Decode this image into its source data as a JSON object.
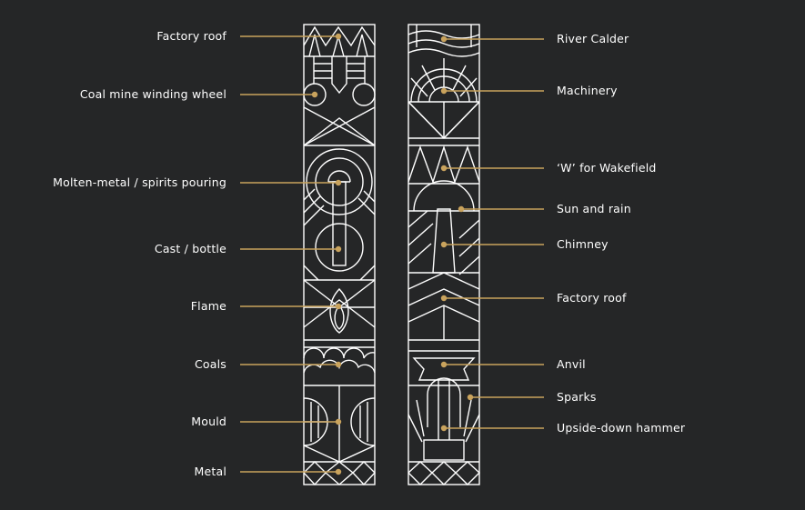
{
  "colors": {
    "background": "#252627",
    "line_art": "#ffffff",
    "leader": "#c9a35d"
  },
  "left_labels": [
    "Factory roof",
    "Coal mine winding wheel",
    "Molten-metal / spirits pouring",
    "Cast / bottle",
    "Flame",
    "Coals",
    "Mould",
    "Metal"
  ],
  "right_labels": [
    "River Calder",
    "Machinery",
    "‘W’ for Wakefield",
    "Sun and rain",
    "Chimney",
    "Factory roof",
    "Anvil",
    "Sparks",
    "Upside-down hammer"
  ]
}
